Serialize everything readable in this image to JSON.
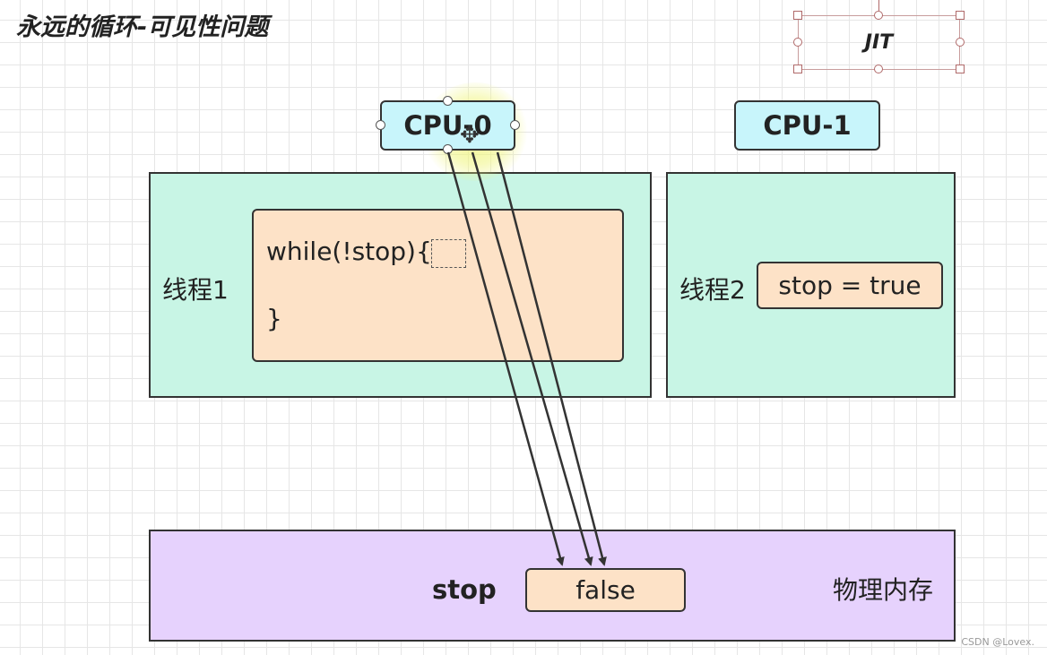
{
  "title": "永远的循环-可见性问题",
  "jit": {
    "label": "JIT"
  },
  "cpus": [
    {
      "label": "CPU-0"
    },
    {
      "label": "CPU-1"
    }
  ],
  "thread1": {
    "label": "线程1",
    "code_line1": "while(!stop){",
    "code_line2": "}"
  },
  "thread2": {
    "label": "线程2",
    "code": "stop = true"
  },
  "memory": {
    "variable_name": "stop",
    "variable_value": "false",
    "label": "物理内存"
  },
  "watermark": "CSDN @Lovex."
}
